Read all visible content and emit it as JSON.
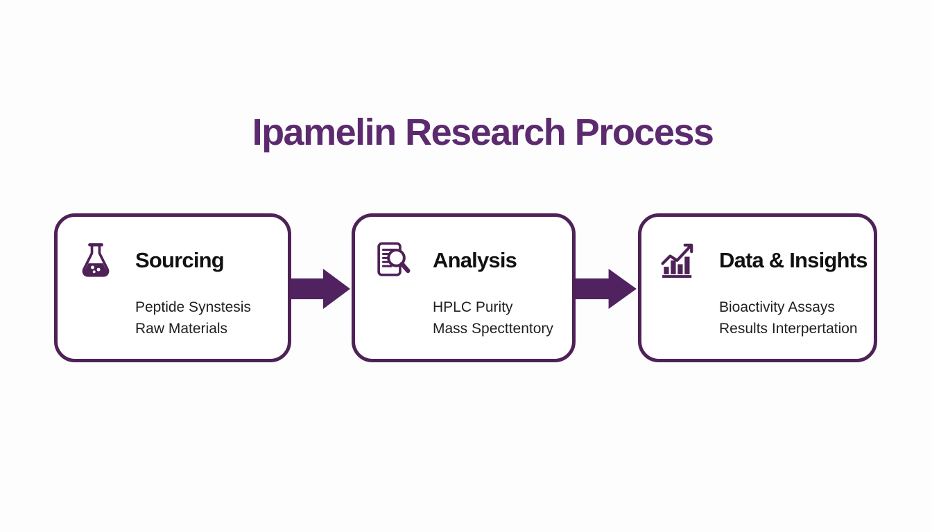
{
  "title": "Ipamelin Research Process",
  "colors": {
    "background": "#fdfdfe",
    "title": "#5c2a6e",
    "outline": "#4e2157",
    "arrow": "#512260",
    "heading_text": "#111111",
    "body_text": "#1f1f1f",
    "box_fill": "#ffffff"
  },
  "steps": [
    {
      "title": "Sourcing",
      "icon": "flask-icon",
      "items": [
        "Peptide Synstesis",
        "Raw Materials"
      ]
    },
    {
      "title": "Analysis",
      "icon": "document-search-icon",
      "items": [
        "HPLC Purity",
        "Mass Specttentory"
      ]
    },
    {
      "title": "Data & Insights",
      "icon": "bar-chart-growth-icon",
      "items": [
        "Bioactivity Assays",
        "Results Interpertation"
      ]
    }
  ],
  "connectors": [
    "arrow-right",
    "arrow-right"
  ]
}
